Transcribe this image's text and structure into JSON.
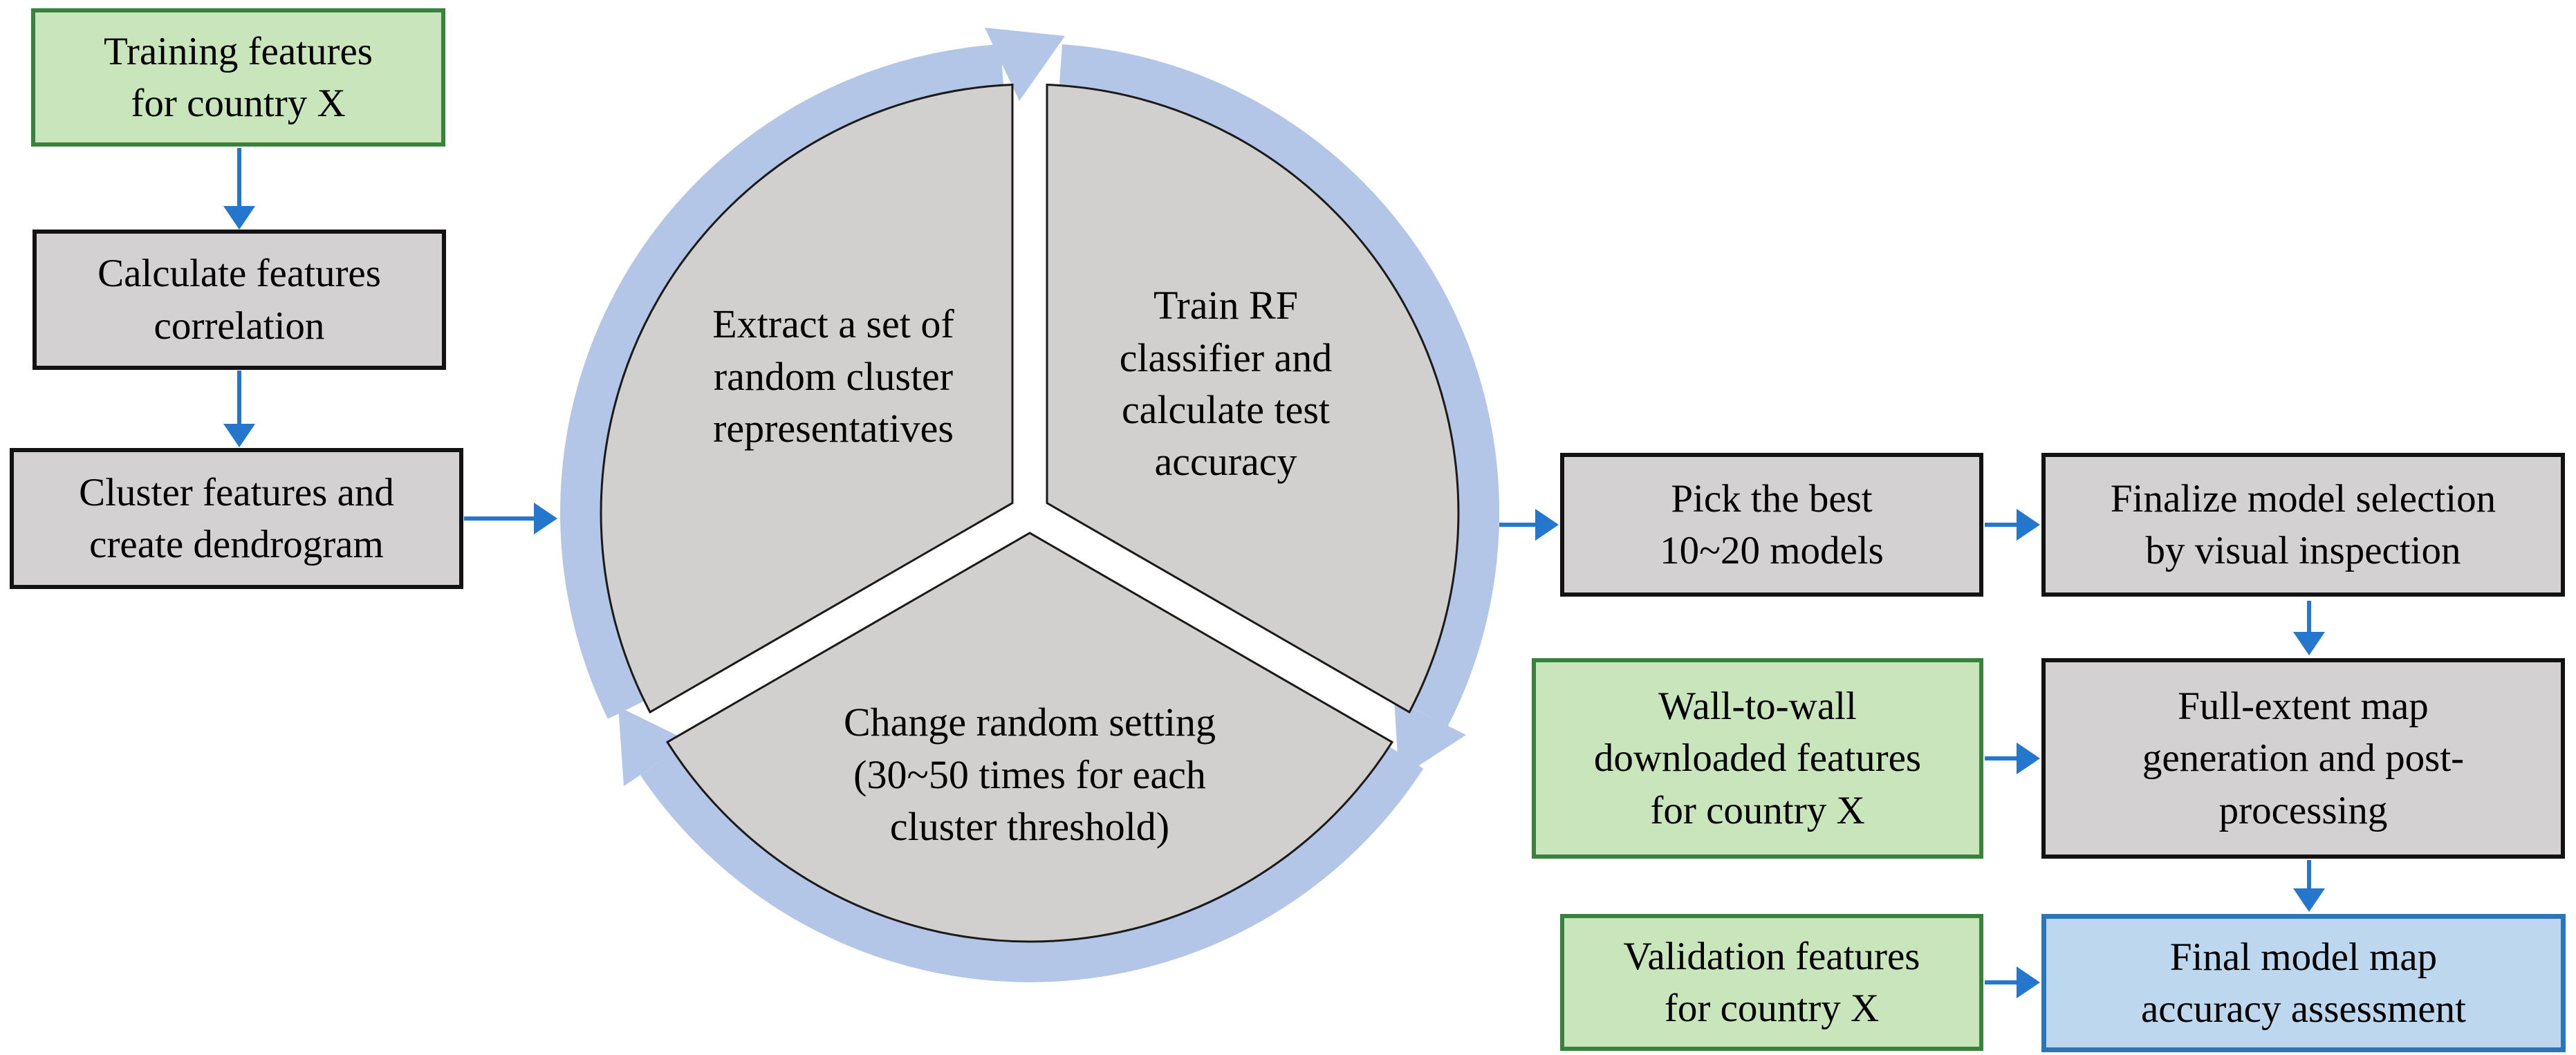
{
  "colors": {
    "background": "#ffffff",
    "text": "#000000",
    "green_fill": "#c9e5bc",
    "green_border": "#38823c",
    "gray_fill": "#d3d1d1",
    "gray_border": "#121212",
    "blue_fill": "#bdd7ee",
    "blue_border": "#2e75b6",
    "arrow": "#2577ce",
    "ring": "#b3c6e7",
    "pie_fill": "#d2d0cf",
    "pie_outline": "#1a1a1a"
  },
  "nodes": {
    "training": {
      "label": "Training features\nfor country X"
    },
    "correlation": {
      "label": "Calculate features\ncorrelation"
    },
    "cluster": {
      "label": "Cluster features and\ncreate dendrogram"
    },
    "pick": {
      "label": "Pick the best\n10~20 models"
    },
    "finalize": {
      "label": "Finalize model selection\nby visual inspection"
    },
    "wall": {
      "label": "Wall-to-wall\ndownloaded features\nfor country X"
    },
    "fullextent": {
      "label": "Full-extent map\ngeneration and post-\nprocessing"
    },
    "validation": {
      "label": "Validation features\nfor country X"
    },
    "final": {
      "label": "Final model map\naccuracy assessment"
    }
  },
  "cycle": {
    "extract": {
      "label": "Extract a set of\nrandom cluster\nrepresentatives"
    },
    "train": {
      "label": "Train RF\nclassifier and\ncalculate test\naccuracy"
    },
    "change": {
      "label": "Change random setting\n(30~50 times for each\ncluster threshold)"
    }
  }
}
